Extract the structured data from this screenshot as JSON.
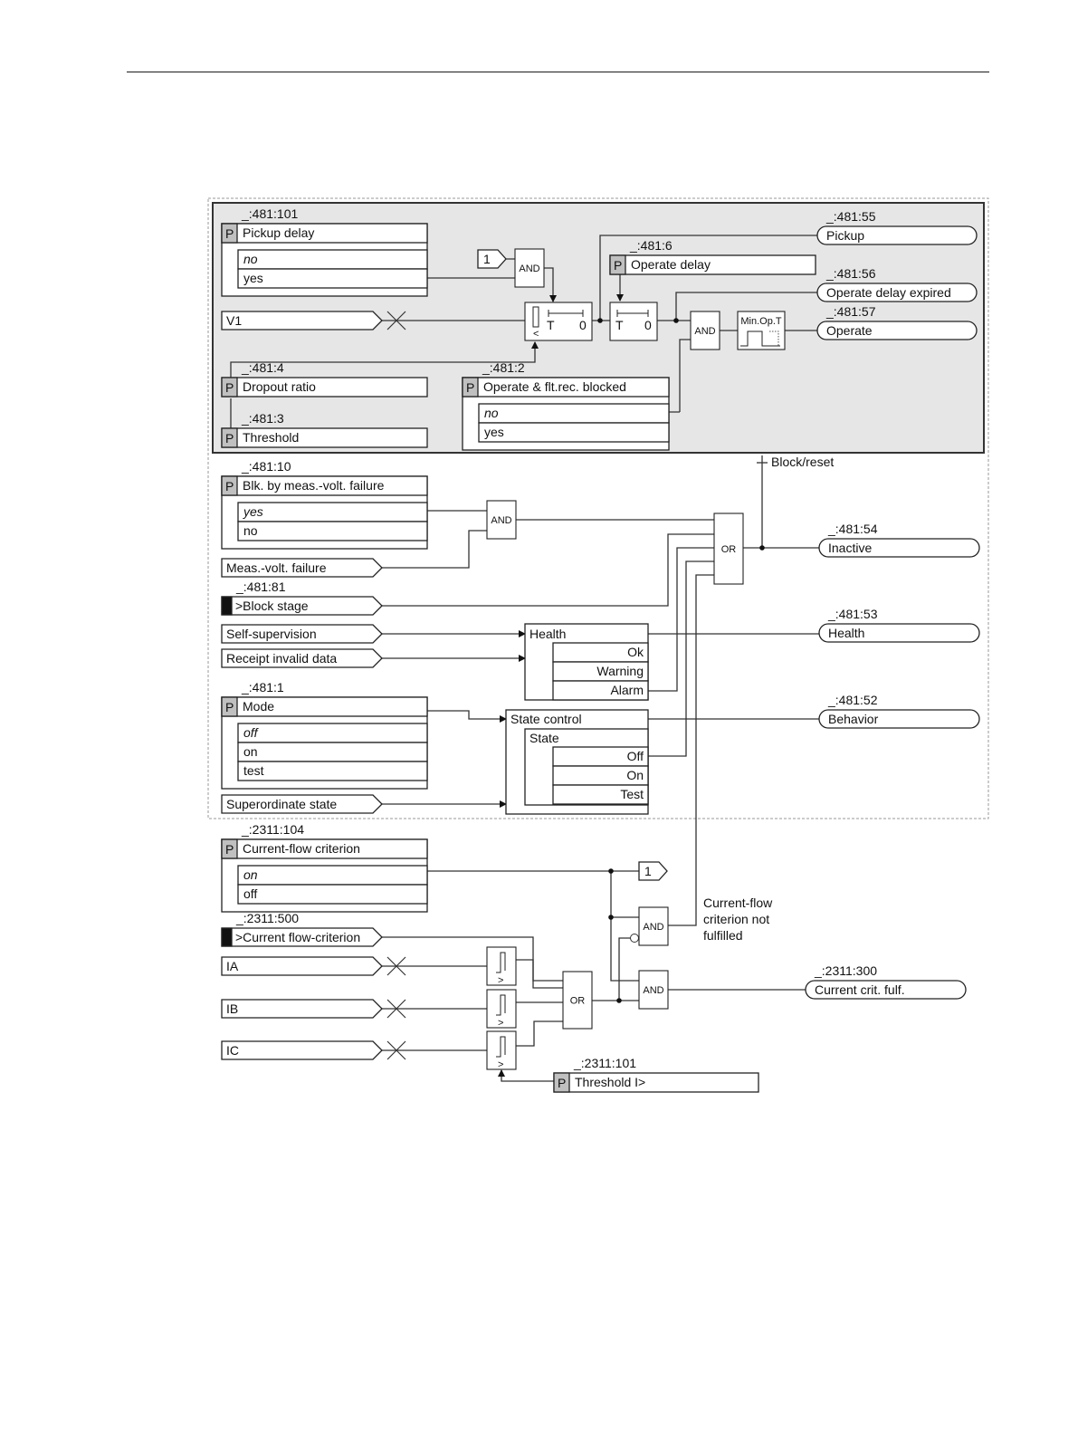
{
  "page": {
    "top_rule": true
  },
  "colors": {
    "shaded_bg": "#e6e6e6",
    "p_box": "#c0c0c0",
    "line": "#333333",
    "frame_dash": "#9a9a9a"
  },
  "params": {
    "pickup_delay": {
      "addr": "_:481:101",
      "title": "Pickup delay",
      "options": [
        "no",
        "yes"
      ],
      "italic_index": 0
    },
    "operate_delay": {
      "addr": "_:481:6",
      "title": "Operate delay"
    },
    "dropout_ratio": {
      "addr": "_:481:4",
      "title": "Dropout ratio"
    },
    "threshold": {
      "addr": "_:481:3",
      "title": "Threshold"
    },
    "operate_blocked": {
      "addr": "_:481:2",
      "title": "Operate & flt.rec. blocked",
      "options": [
        "no",
        "yes"
      ],
      "italic_index": 0
    },
    "blk_meas": {
      "addr": "_:481:10",
      "title": "Blk. by meas.-volt. failure",
      "options": [
        "yes",
        "no"
      ],
      "italic_index": 0
    },
    "mode": {
      "addr": "_:481:1",
      "title": "Mode",
      "options": [
        "off",
        "on",
        "test"
      ],
      "italic_index": 0
    },
    "cf_criterion": {
      "addr": "_:2311:104",
      "title": "Current-flow criterion",
      "options": [
        "on",
        "off"
      ],
      "italic_index": 0
    },
    "threshold_i": {
      "addr": "_:2311:101",
      "title": "Threshold I>"
    }
  },
  "p_marker": "P",
  "inputs": {
    "v1": "V1",
    "meas_volt": "Meas.-volt. failure",
    "block_stage": {
      "addr": "_:481:81",
      "label": ">Block stage"
    },
    "self_sup": "Self-supervision",
    "receipt": "Receipt invalid data",
    "superordinate": "Superordinate state",
    "cf_input": {
      "addr": "_:2311:500",
      "label": ">Current flow-criterion"
    },
    "ia": "IA",
    "ib": "IB",
    "ic": "IC"
  },
  "outputs": {
    "pickup": {
      "addr": "_:481:55",
      "label": "Pickup"
    },
    "op_delay_exp": {
      "addr": "_:481:56",
      "label": "Operate delay expired"
    },
    "operate": {
      "addr": "_:481:57",
      "label": "Operate"
    },
    "inactive": {
      "addr": "_:481:54",
      "label": "Inactive"
    },
    "health": {
      "addr": "_:481:53",
      "label": "Health"
    },
    "behavior": {
      "addr": "_:481:52",
      "label": "Behavior"
    },
    "cur_crit": {
      "addr": "_:2311:300",
      "label": "Current crit. fulf."
    }
  },
  "gates": {
    "and": "AND",
    "or": "OR",
    "const_one": "1",
    "min_op": "Min.Op.T",
    "timer_T": "T",
    "timer_0": "0",
    "lt": "<",
    "gt": ">"
  },
  "health_block": {
    "title": "Health",
    "rows": [
      "Ok",
      "Warning",
      "Alarm"
    ]
  },
  "state_block": {
    "title": "State control",
    "sub": "State",
    "rows": [
      "Off",
      "On",
      "Test"
    ]
  },
  "annotations": {
    "block_reset": "Block/reset",
    "cf_not_fulfilled": [
      "Current-flow",
      "criterion not",
      "fulfilled"
    ]
  }
}
